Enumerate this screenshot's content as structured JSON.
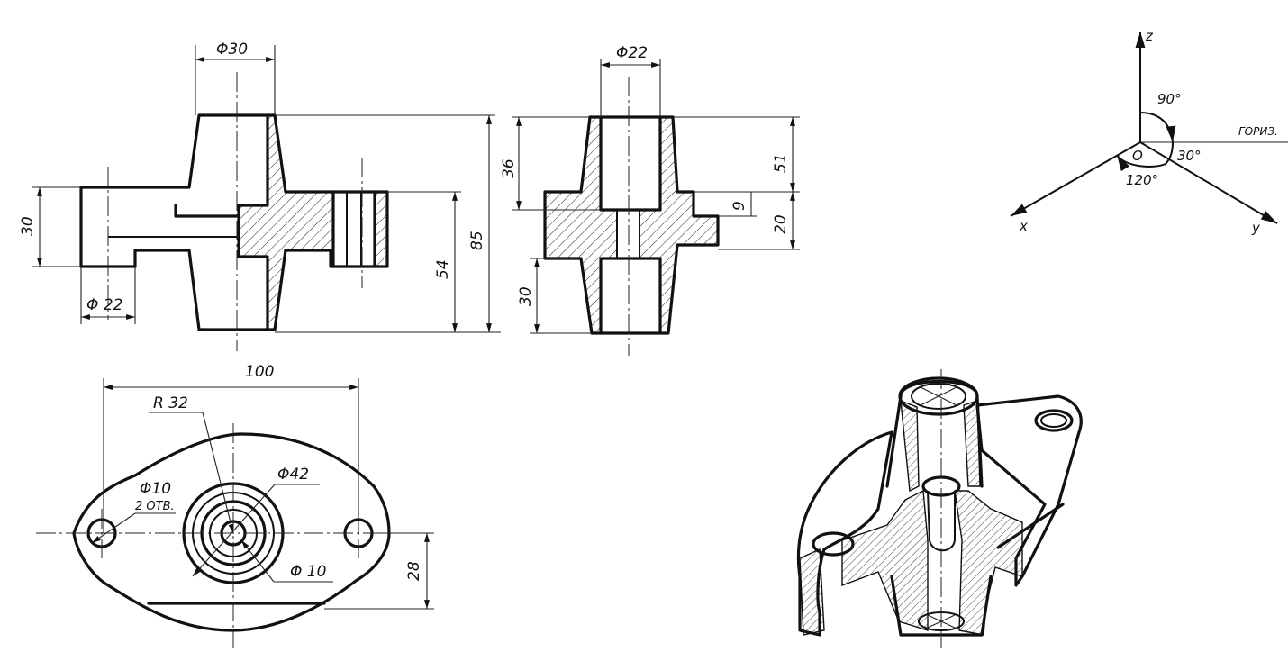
{
  "front_view": {
    "dim_top_diameter": "Φ30",
    "dim_left_height": "30",
    "dim_left_diameter": "Φ 22",
    "dim_height_54": "54",
    "dim_height_85": "85"
  },
  "side_view": {
    "dim_top_diameter": "Φ22",
    "dim_36": "36",
    "dim_30": "30",
    "dim_51": "51",
    "dim_9": "9",
    "dim_20": "20"
  },
  "top_view": {
    "dim_width": "100",
    "dim_radius": "R 32",
    "dim_hole_diameter": "Φ10",
    "dim_hole_count": "2 ОТВ.",
    "dim_boss_diameter": "Φ42",
    "dim_bore_diameter": "Φ 10",
    "dim_offset": "28"
  },
  "axes": {
    "z_label": "z",
    "x_label": "x",
    "y_label": "y",
    "origin_label": "O",
    "angle_90": "90°",
    "angle_30": "30°",
    "angle_120": "120°",
    "horizontal_label": "ГОРИЗ."
  }
}
